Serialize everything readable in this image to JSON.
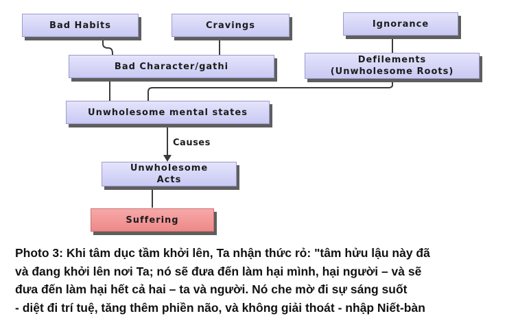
{
  "diagram": {
    "nodes": {
      "bad_habits": "Bad Habits",
      "cravings": "Cravings",
      "ignorance": "Ignorance",
      "bad_character": "Bad Character/gathi",
      "defilements_line1": "Defilements",
      "defilements_line2": "(Unwholesome Roots)",
      "unwholesome_mental_states": "Unwholesome mental states",
      "unwholesome_acts_line1": "Unwholesome",
      "unwholesome_acts_line2": "Acts",
      "suffering": "Suffering"
    },
    "edge_label": "Causes",
    "colors": {
      "node_fill": "#d6d6f8",
      "node_border": "#9a9acc",
      "suffering_fill": "#f29a9a",
      "shadow": "#5e5e5e",
      "connector": "#3a3a3a"
    }
  },
  "caption": {
    "lines": [
      "Photo 3: Khi tâm dục tầm khởi lên, Ta nhận thức rỏ: \"tâm hửu lậu này đã",
      "và đang khởi lên nơi Ta; nó sẽ đưa đến làm hại mình, hại người – và sẽ",
      "đưa đến làm hại hết cả hai – ta và người. Nó che mờ đi sự sáng suốt",
      "- diệt đi trí tuệ, tăng thêm phiền não, và không giải thoát - nhập Niết-bàn"
    ]
  }
}
